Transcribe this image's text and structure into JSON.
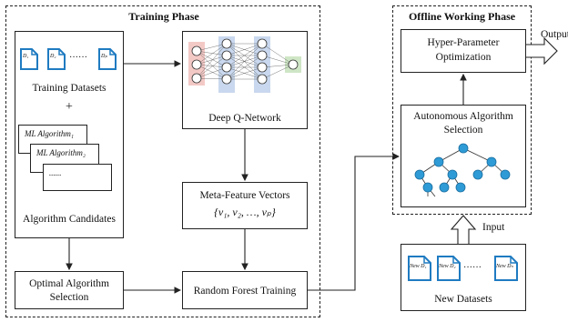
{
  "training_phase": {
    "title": "Training Phase",
    "datasets_label": "Training Datasets",
    "plus": "+",
    "doc_labels": [
      "D₁",
      "D₂",
      "Dₚ"
    ],
    "ellipsis": "······",
    "algorithms": [
      "ML Algorithm₁",
      "ML Algorithm₂",
      "......"
    ],
    "candidates_label": "Algorithm Candidates",
    "dqn_label": "Deep Q-Network",
    "meta_feature_label": "Meta-Feature Vectors",
    "meta_feature_formula": "{v₁, v₂, …, vₚ}",
    "optimal_label_1": "Optimal Algorithm",
    "optimal_label_2": "Selection",
    "rf_label": "Random Forest Training"
  },
  "offline_phase": {
    "title": "Offline Working Phase",
    "hpo_label_1": "Hyper-Parameter",
    "hpo_label_2": "Optimization",
    "aas_label_1": "Autonomous Algorithm",
    "aas_label_2": "Selection",
    "output_label": "Output",
    "input_label": "Input",
    "new_datasets_label": "New Datasets",
    "new_doc_labels": [
      "New D₁",
      "New D₂",
      "New Dₙ"
    ],
    "new_ellipsis": "······"
  },
  "colors": {
    "doc_blue": "#1f7bc1",
    "node_blue": "#2e9bd6",
    "layer_red": "#f3c9c6",
    "layer_blue": "#c9d8ee",
    "layer_green": "#cfe6c6"
  }
}
